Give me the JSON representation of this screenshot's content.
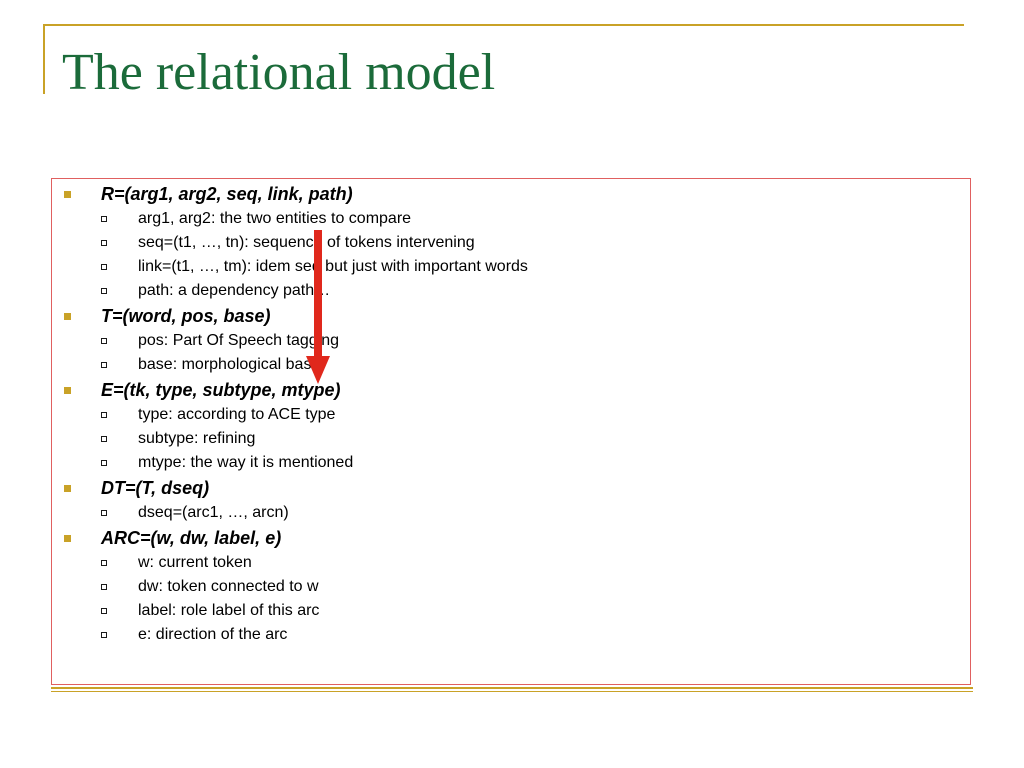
{
  "slide": {
    "title": "The relational model"
  },
  "colors": {
    "title": "#1b6b3a",
    "accent": "#c9a227",
    "box_border": "#e06060",
    "arrow": "#e0281c"
  },
  "icons": {
    "level1_bullet": "square-bullet-icon",
    "level2_bullet": "hollow-square-bullet-icon",
    "annotation": "down-arrow-icon"
  },
  "bullets": [
    {
      "label": "R=(arg1, arg2, seq, link, path)",
      "subs": [
        "arg1, arg2: the two entities to compare",
        "seq=(t1, …, tn): sequence of tokens intervening",
        "link=(t1, …, tm): idem seq but just with important words",
        "path: a dependency path…"
      ]
    },
    {
      "label": "T=(word, pos, base)",
      "subs": [
        "pos: Part Of Speech tagging",
        "base: morphological base"
      ]
    },
    {
      "label": "E=(tk, type, subtype, mtype)",
      "subs": [
        "type: according to ACE type",
        "subtype: refining",
        "mtype: the way it is mentioned"
      ]
    },
    {
      "label": "DT=(T, dseq)",
      "subs": [
        "dseq=(arc1, …, arcn)"
      ]
    },
    {
      "label": "ARC=(w, dw, label, e)",
      "subs": [
        "w: current token",
        "dw: token connected to w",
        "label: role label of this arc",
        "e: direction of the arc"
      ]
    }
  ]
}
